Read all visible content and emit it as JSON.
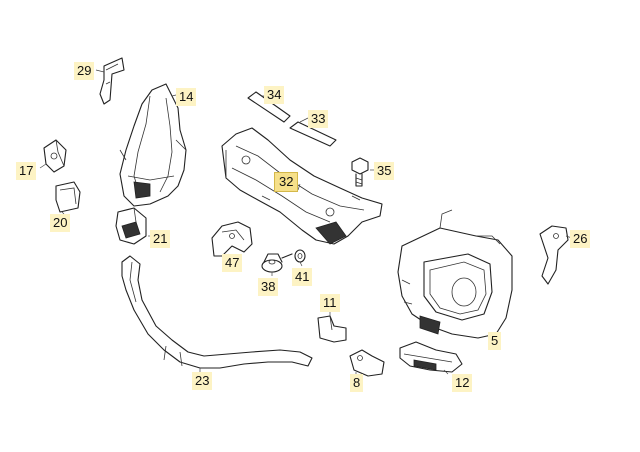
{
  "labels": {
    "p29": "29",
    "p14": "14",
    "p34": "34",
    "p33": "33",
    "p17": "17",
    "p32": "32",
    "p35": "35",
    "p20": "20",
    "p21": "21",
    "p26": "26",
    "p47": "47",
    "p41": "41",
    "p38": "38",
    "p11": "11",
    "p5": "5",
    "p23": "23",
    "p8": "8",
    "p12": "12"
  },
  "selected_part": "32"
}
